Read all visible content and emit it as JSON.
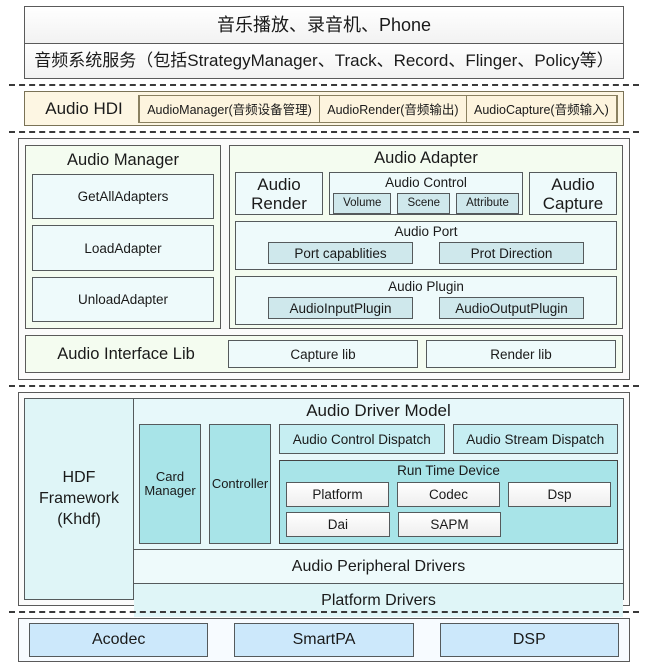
{
  "colors": {
    "hdi_bg": "#fdf6e3",
    "hal_panel_bg": "#f4fcf0",
    "inner_cyan": "#eefafb",
    "chip_cyan": "#cfe8ec",
    "hdf_cyan": "#dff5f7",
    "driver_cyan": "#a8e4e8",
    "hardware_blue": "#cce8fb",
    "border": "#555a5c"
  },
  "apps": {
    "row1": "音乐播放、录音机、Phone",
    "row2": "音频系统服务（包括StrategyManager、Track、Record、Flinger、Policy等）"
  },
  "hdi": {
    "title": "Audio HDI",
    "boxes": [
      "AudioManager(音频设备管理)",
      "AudioRender(音频输出)",
      "AudioCapture(音频输入)"
    ]
  },
  "hal": {
    "audio_manager": {
      "title": "Audio Manager",
      "items": [
        "GetAllAdapters",
        "LoadAdapter",
        "UnloadAdapter"
      ]
    },
    "audio_adapter": {
      "title": "Audio Adapter",
      "render": "Audio Render",
      "capture": "Audio Capture",
      "control": {
        "title": "Audio Control",
        "chips": [
          "Volume",
          "Scene",
          "Attribute"
        ]
      },
      "port": {
        "title": "Audio Port",
        "boxes": [
          "Port capablities",
          "Prot Direction"
        ]
      },
      "plugin": {
        "title": "Audio Plugin",
        "boxes": [
          "AudioInputPlugin",
          "AudioOutputPlugin"
        ]
      }
    },
    "interface_lib": {
      "title": "Audio Interface Lib",
      "boxes": [
        "Capture lib",
        "Render lib"
      ]
    }
  },
  "driver": {
    "hdf_framework": "HDF\nFramework\n(Khdf)",
    "hdf_framework_lines": [
      "HDF",
      "Framework",
      "(Khdf)"
    ],
    "model_title": "Audio Driver Model",
    "columns": [
      {
        "line1": "Card",
        "line2": "Manager"
      },
      {
        "line1": "Controller",
        "line2": ""
      }
    ],
    "dispatch": [
      "Audio Control Dispatch",
      "Audio Stream Dispatch"
    ],
    "runtime": {
      "title": "Run Time Device",
      "row1": [
        "Platform",
        "Codec",
        "Dsp"
      ],
      "row2": [
        "Dai",
        "SAPM"
      ]
    },
    "peripheral_drivers": "Audio Peripheral Drivers",
    "platform_drivers": "Platform Drivers"
  },
  "hardware": {
    "boxes": [
      "Acodec",
      "SmartPA",
      "DSP"
    ]
  }
}
